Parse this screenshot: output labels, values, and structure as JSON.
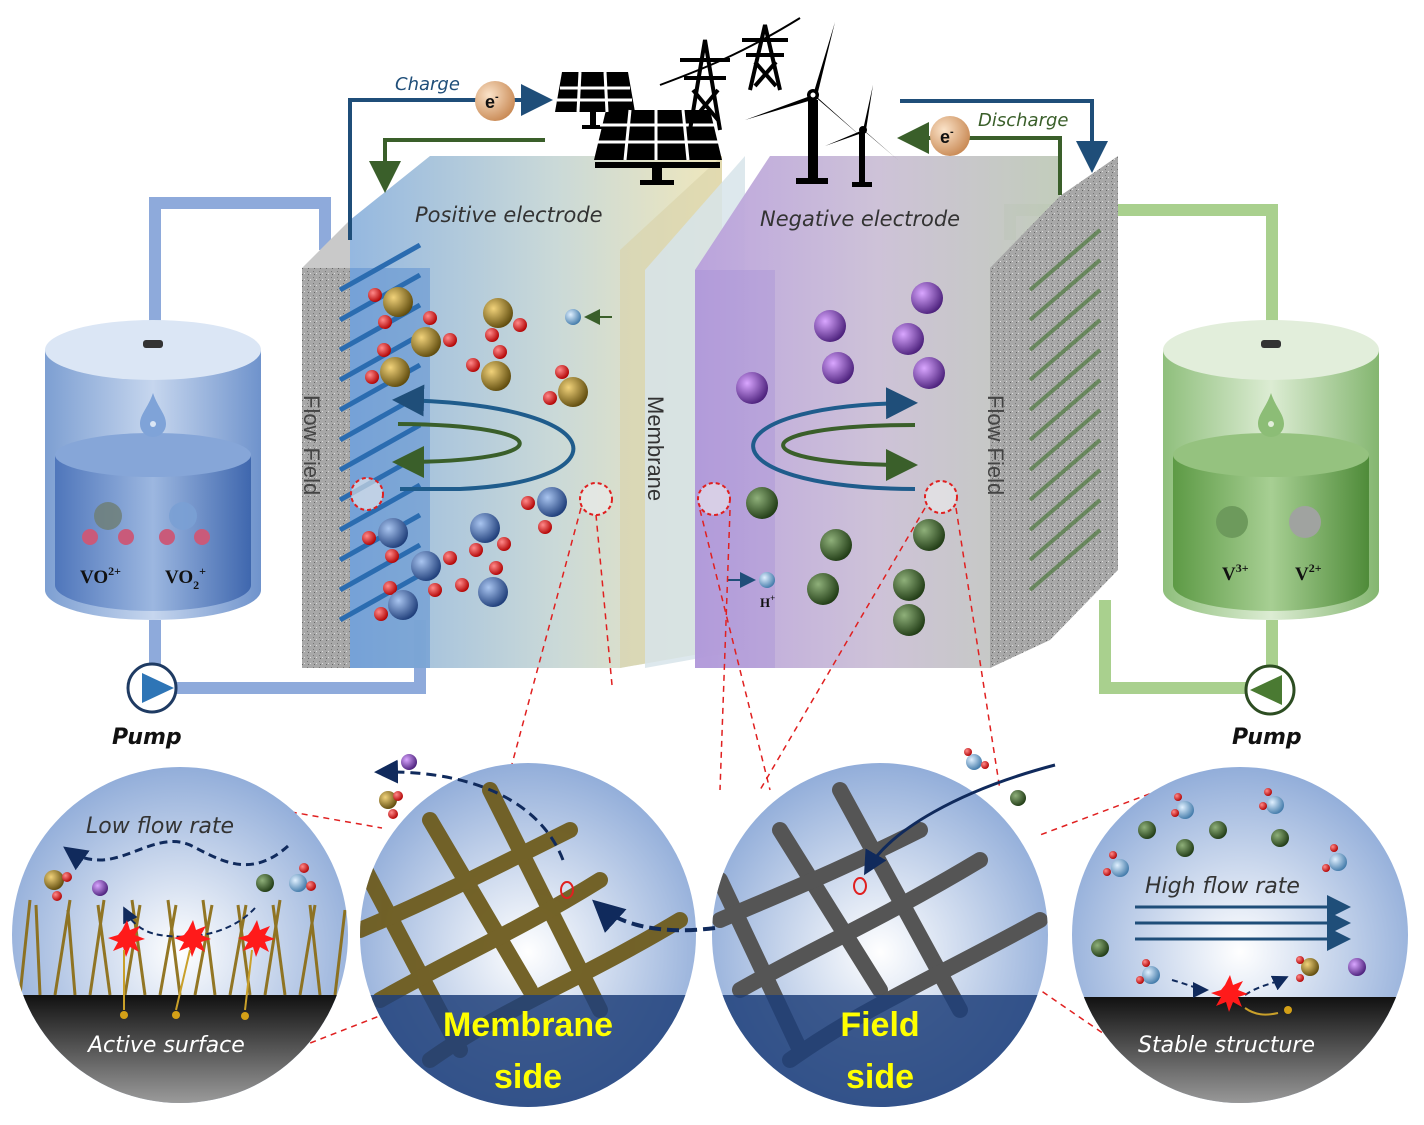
{
  "diagram": {
    "title": "Vanadium redox flow battery schematic",
    "circuit": {
      "charge_label": "Charge",
      "discharge_label": "Discharge",
      "electron_label": "e",
      "electron_sup": "-"
    },
    "energy_sources": [
      "solar-panels",
      "power-transmission-towers",
      "wind-turbines"
    ],
    "cell": {
      "positive_electrode_label": "Positive electrode",
      "negative_electrode_label": "Negative electrode",
      "membrane_label": "Membrane",
      "flow_field_left_label": "Flow Field",
      "flow_field_right_label": "Flow Field",
      "proton_label": "H",
      "proton_sup": "+"
    },
    "tanks": {
      "left": {
        "ion1_base": "VO",
        "ion1_sub": "",
        "ion1_sup": "2+",
        "ion2_base": "VO",
        "ion2_sub": "2",
        "ion2_sup": "+",
        "color": "#7a9ed6"
      },
      "right": {
        "ion1_base": "V",
        "ion1_sup": "3+",
        "ion2_base": "V",
        "ion2_sup": "2+",
        "color": "#8cc47a"
      }
    },
    "pumps": {
      "left_label": "Pump",
      "right_label": "Pump"
    },
    "insets": {
      "low_flow": {
        "title": "Low flow rate",
        "surface": "Active surface"
      },
      "membrane_side": {
        "line1": "Membrane",
        "line2": "side"
      },
      "field_side": {
        "line1": "Field",
        "line2": "side"
      },
      "high_flow": {
        "title": "High flow rate",
        "surface": "Stable structure"
      }
    },
    "colors": {
      "charge_arrow": "#1f4e79",
      "discharge_arrow": "#3a5f2a",
      "positive_pipe": "#8eaadb",
      "negative_pipe": "#a9d08e",
      "inset_label_yellow": "#ffff00",
      "zoom_dashes": "#e02020"
    }
  }
}
